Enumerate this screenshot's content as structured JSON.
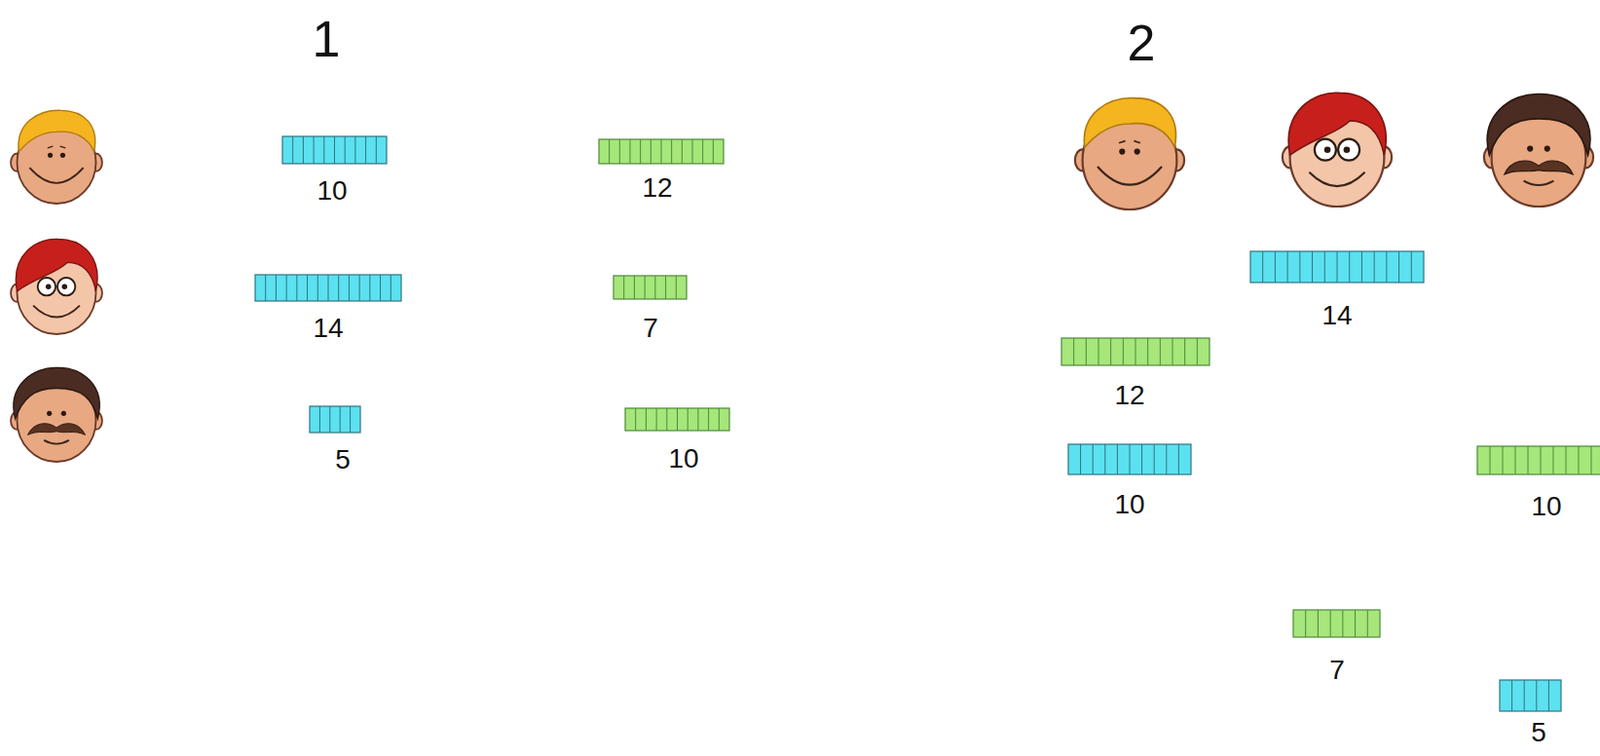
{
  "diagram": {
    "labels": [
      "1",
      "10",
      "12",
      "14",
      "7",
      "5",
      "10",
      "2",
      "14",
      "12",
      "10",
      "10",
      "7",
      "5"
    ]
  }
}
